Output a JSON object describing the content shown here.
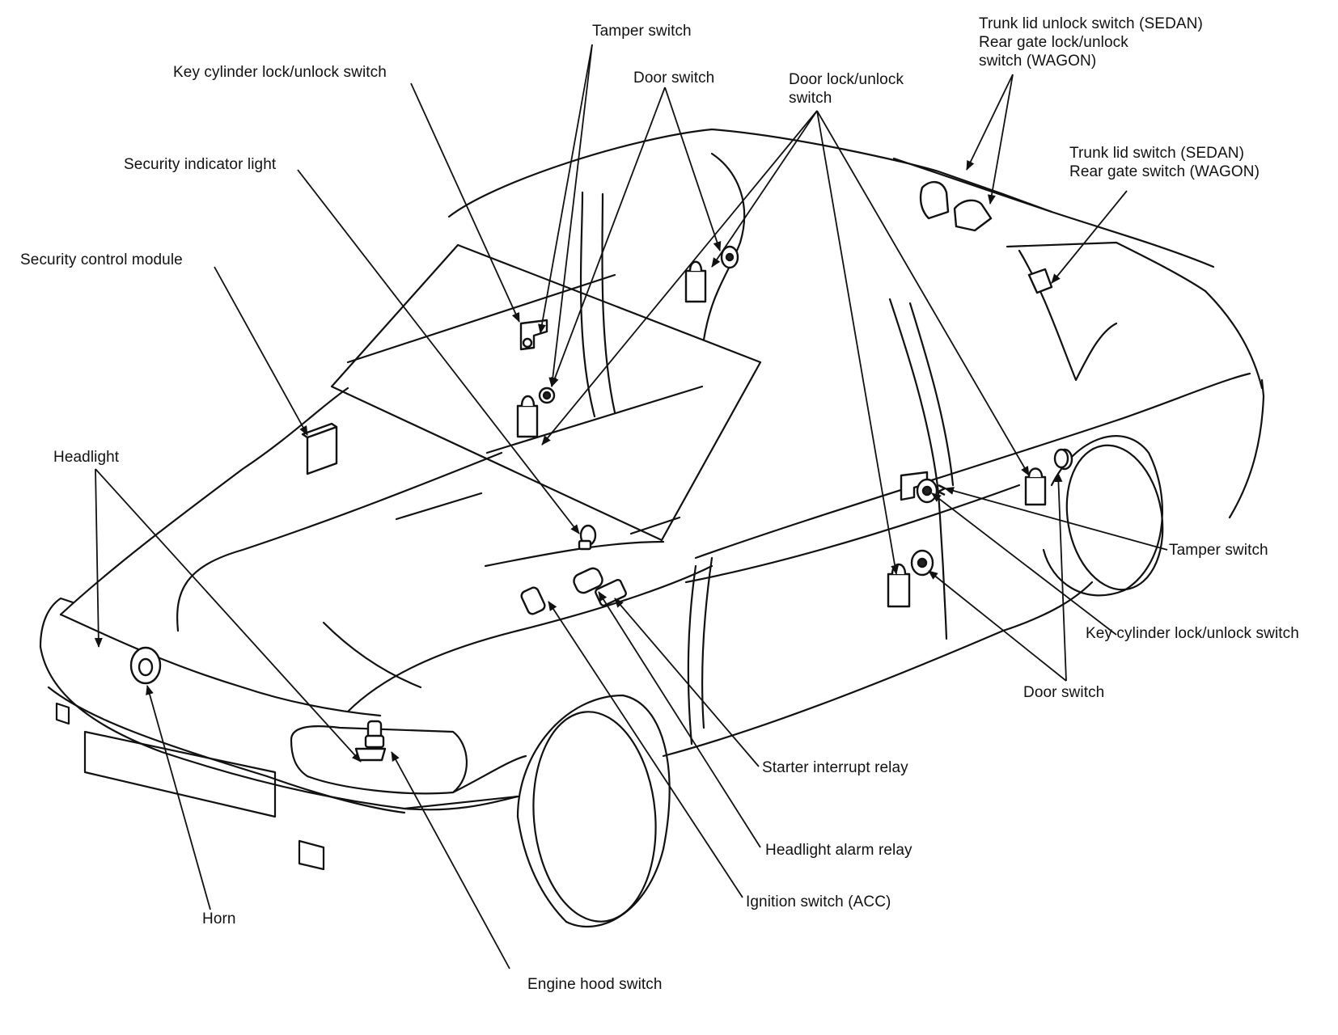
{
  "labels": {
    "tamper_switch_top": "Tamper switch",
    "key_cylinder_top": "Key cylinder lock/unlock switch",
    "door_switch_top": "Door switch",
    "door_lock_unlock_switch": "Door lock/unlock\nswitch",
    "trunk_lid_unlock_switch": "Trunk lid unlock switch (SEDAN)\nRear gate lock/unlock\nswitch (WAGON)",
    "security_indicator_light": "Security indicator light",
    "trunk_lid_switch": "Trunk lid switch (SEDAN)\nRear gate switch (WAGON)",
    "security_control_module": "Security control module",
    "headlight": "Headlight",
    "tamper_switch_right": "Tamper switch",
    "key_cylinder_right": "Key cylinder lock/unlock switch",
    "door_switch_bottom": "Door switch",
    "starter_interrupt_relay": "Starter interrupt relay",
    "headlight_alarm_relay": "Headlight alarm relay",
    "ignition_switch_acc": "Ignition switch (ACC)",
    "horn": "Horn",
    "engine_hood_switch": "Engine hood switch"
  }
}
